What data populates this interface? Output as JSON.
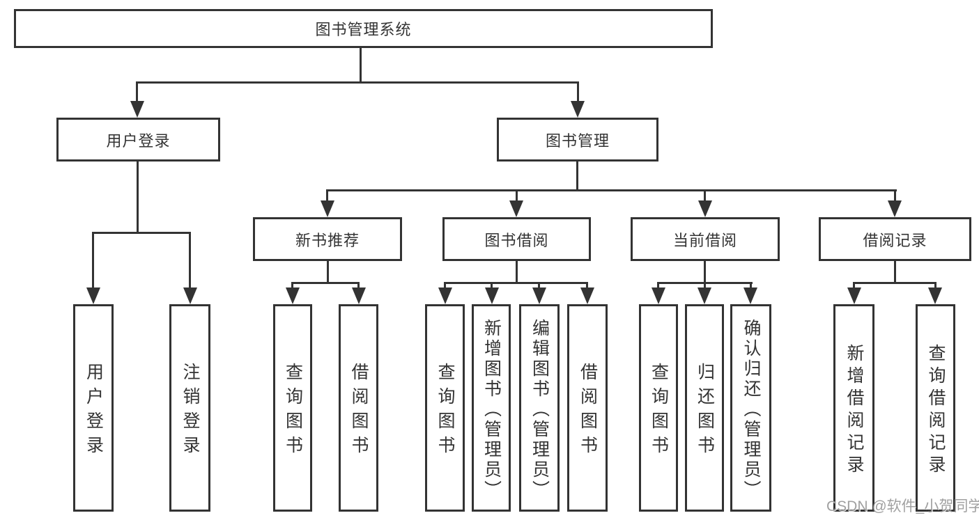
{
  "tree": {
    "label": "图书管理系统",
    "children": [
      {
        "label": "用户登录",
        "children": [
          {
            "label": "用户登录"
          },
          {
            "label": "注销登录"
          }
        ]
      },
      {
        "label": "图书管理",
        "children": [
          {
            "label": "新书推荐",
            "children": [
              {
                "label": "查询图书"
              },
              {
                "label": "借阅图书"
              }
            ]
          },
          {
            "label": "图书借阅",
            "children": [
              {
                "label": "查询图书"
              },
              {
                "label": "新增图书（管理员）"
              },
              {
                "label": "编辑图书（管理员）"
              },
              {
                "label": "借阅图书"
              }
            ]
          },
          {
            "label": "当前借阅",
            "children": [
              {
                "label": "查询图书"
              },
              {
                "label": "归还图书"
              },
              {
                "label": "确认归还（管理员）"
              }
            ]
          },
          {
            "label": "借阅记录",
            "children": [
              {
                "label": "新增借阅记录"
              },
              {
                "label": "查询借阅记录"
              }
            ]
          }
        ]
      }
    ]
  },
  "watermark": {
    "text": "CSDN @软件_小贺同学"
  },
  "colors": {
    "line": "#333333",
    "text": "#333333",
    "box_background": "#ffffff",
    "watermark": "#969696",
    "background": "#ffffff"
  }
}
